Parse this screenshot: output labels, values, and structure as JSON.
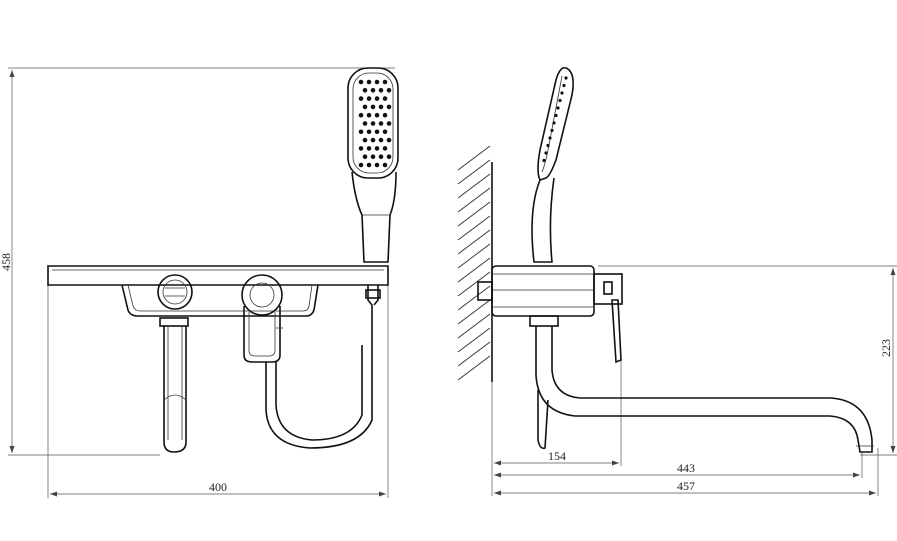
{
  "dimensions": {
    "front_height": "458",
    "front_width": "400",
    "side_depth_short": "154",
    "side_projection": "443",
    "side_total": "457",
    "side_height": "223"
  },
  "colors": {
    "line": "#111111",
    "background": "#ffffff"
  }
}
